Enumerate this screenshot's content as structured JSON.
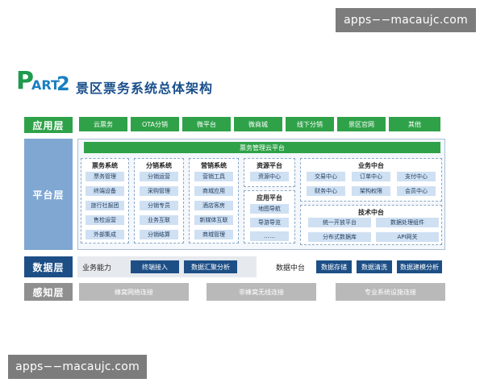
{
  "watermark_top": "apps−−macaujc.com",
  "watermark_bottom": "apps−−macaujc.com",
  "logo": {
    "p": "P",
    "art": "ART.",
    "num": "2"
  },
  "title": "景区票务系统总体架构",
  "layers": {
    "app": "应用层",
    "platform": "平台层",
    "data": "数据层",
    "perception": "感知层"
  },
  "app_items": [
    "云票务",
    "OTA分销",
    "微平台",
    "微商城",
    "线下分销",
    "景区官网",
    "其他"
  ],
  "platform_bar": "票务管理云平台",
  "ticket_system": {
    "title": "票务系统",
    "items": [
      "票务管理",
      "终端设备",
      "旅行社报团",
      "售检运营",
      "外部集成"
    ]
  },
  "distribution_system": {
    "title": "分销系统",
    "items": [
      "分销运营",
      "采购管理",
      "分销专员",
      "业务互联",
      "分销结算"
    ]
  },
  "marketing_system": {
    "title": "营销系统",
    "items": [
      "营销工具",
      "商城应用",
      "酒店客房",
      "新媒体互联",
      "商城管理"
    ]
  },
  "resource_platform": {
    "title": "资源平台",
    "items": [
      "资源中心"
    ]
  },
  "application_platform": {
    "title": "应用平台",
    "items": [
      "地图导航",
      "导游导览",
      "……"
    ]
  },
  "business_center": {
    "title": "业务中台",
    "items": [
      "交易中心",
      "订单中心",
      "支付中心",
      "财务中心",
      "架构权限",
      "会员中心"
    ]
  },
  "tech_center": {
    "title": "技术中台",
    "items": [
      "统一开放平台",
      "数据处理组件",
      "分布式数据库",
      "API网关"
    ]
  },
  "data_layer": {
    "capability_label": "业务能力",
    "capability_items": [
      "终端接入",
      "数据汇聚分析"
    ],
    "center_label": "数据中台",
    "center_items": [
      "数据存储",
      "数据清洗",
      "数据建模分析"
    ]
  },
  "perception_items": [
    "蜂窝网络连接",
    "非蜂窝无线连接",
    "专业系统设施连接"
  ],
  "colors": {
    "accent_blue": "#1d4f86",
    "layer_blue": "#7fa7d2",
    "app_green": "#2fa249",
    "light_blue_cell": "#cfe0f3",
    "gray": "#b9b9b9"
  }
}
